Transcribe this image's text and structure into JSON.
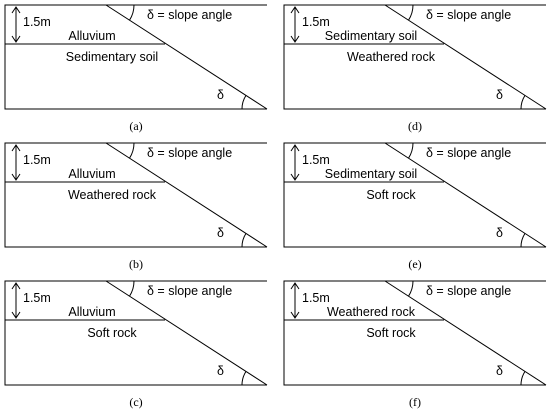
{
  "depth_label": "1.5m",
  "angle_label": "δ = slope angle",
  "angle_symbol": "δ",
  "panels": [
    {
      "caption": "(a)",
      "upper_layer": "Alluvium",
      "lower_layer": "Sedimentary soil"
    },
    {
      "caption": "(b)",
      "upper_layer": "Alluvium",
      "lower_layer": "Weathered rock"
    },
    {
      "caption": "(c)",
      "upper_layer": "Alluvium",
      "lower_layer": "Soft rock"
    },
    {
      "caption": "(d)",
      "upper_layer": "Sedimentary soil",
      "lower_layer": "Weathered rock"
    },
    {
      "caption": "(e)",
      "upper_layer": "Sedimentary soil",
      "lower_layer": "Soft rock"
    },
    {
      "caption": "(f)",
      "upper_layer": "Weathered rock",
      "lower_layer": "Soft rock"
    }
  ]
}
